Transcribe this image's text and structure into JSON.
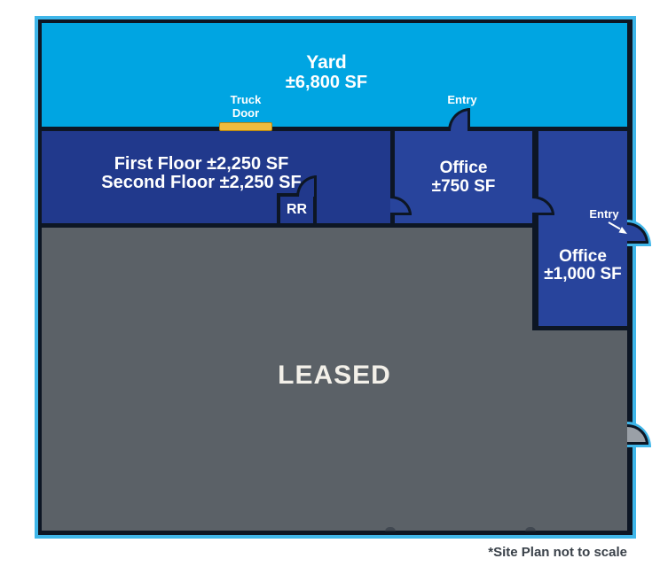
{
  "plan": {
    "yard": {
      "title": "Yard",
      "size": "±6,800 SF"
    },
    "truck_door": {
      "line1": "Truck",
      "line2": "Door"
    },
    "entry_top": "Entry",
    "entry_right": "Entry",
    "first_floor": {
      "line1": "First Floor ±2,250 SF",
      "line2": "Second Floor ±2,250 SF"
    },
    "restroom": "RR",
    "office_750": {
      "title": "Office",
      "size": "±750 SF"
    },
    "office_1000": {
      "title": "Office",
      "size": "±1,000 SF"
    },
    "leased": "LEASED",
    "footnote": "*Site Plan not to scale"
  },
  "icons": {
    "entry_arrow": "diagonal-arrow-down-right"
  },
  "colors": {
    "frame": "#3fb6e9",
    "yard": "#00a5e2",
    "first_floor": "#21398c",
    "office": "#28449c",
    "leased_gray": "#5b6167",
    "wall": "#0d1624",
    "truck_door": "#efbb3e"
  }
}
